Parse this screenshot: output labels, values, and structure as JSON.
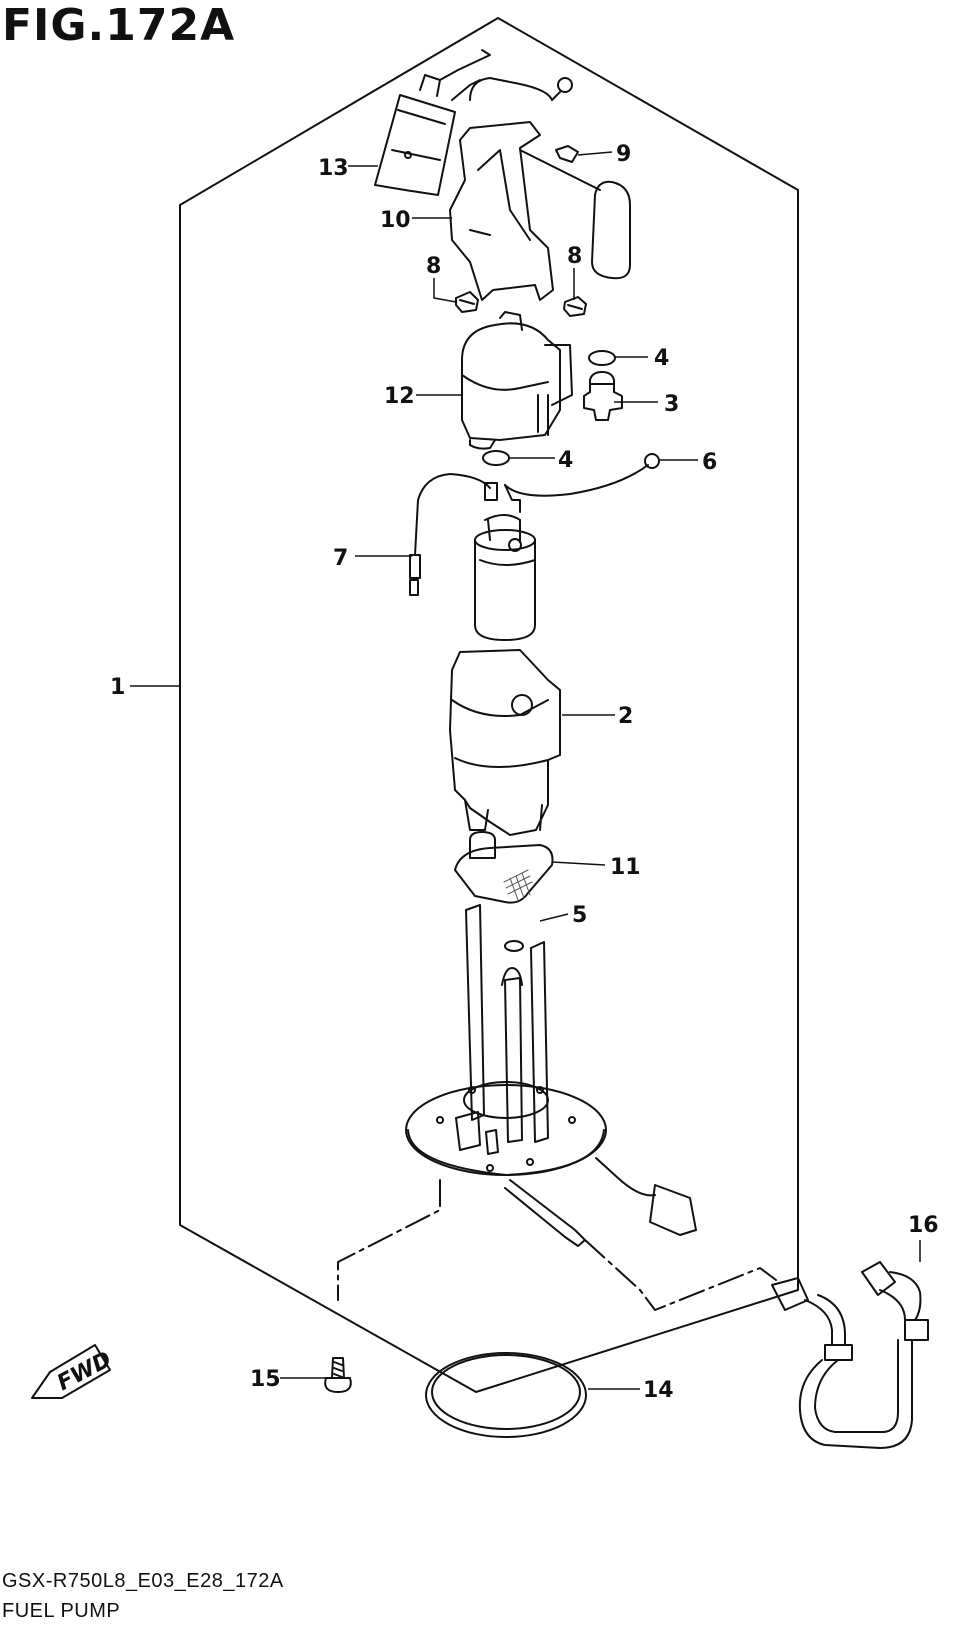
{
  "figure": {
    "title": "FIG.172A",
    "model_code": "GSX-R750L8_E03_E28_172A",
    "section_name": "FUEL PUMP"
  },
  "orientation_badge": {
    "label": "FWD"
  },
  "callouts": [
    {
      "id": "1",
      "label": "1"
    },
    {
      "id": "2",
      "label": "2"
    },
    {
      "id": "3",
      "label": "3"
    },
    {
      "id": "4a",
      "label": "4"
    },
    {
      "id": "4b",
      "label": "4"
    },
    {
      "id": "5",
      "label": "5"
    },
    {
      "id": "6",
      "label": "6"
    },
    {
      "id": "7",
      "label": "7"
    },
    {
      "id": "8a",
      "label": "8"
    },
    {
      "id": "8b",
      "label": "8"
    },
    {
      "id": "9",
      "label": "9"
    },
    {
      "id": "10",
      "label": "10"
    },
    {
      "id": "11",
      "label": "11"
    },
    {
      "id": "12",
      "label": "12"
    },
    {
      "id": "13",
      "label": "13"
    },
    {
      "id": "14",
      "label": "14"
    },
    {
      "id": "15",
      "label": "15"
    },
    {
      "id": "16",
      "label": "16"
    }
  ],
  "colors": {
    "ink": "#111111",
    "paper": "#ffffff",
    "mesh": "#555555"
  }
}
